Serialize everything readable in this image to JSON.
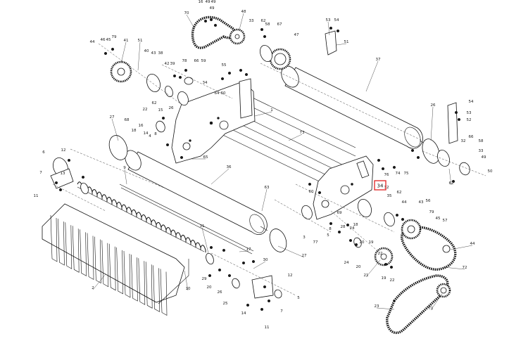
{
  "highlight": {
    "label": "34",
    "color": "#e02020"
  },
  "labels": [
    {
      "id": "70a",
      "text": "70"
    },
    {
      "id": "16a",
      "text": "16"
    },
    {
      "id": "49a",
      "text": "49"
    },
    {
      "id": "49b",
      "text": "49"
    },
    {
      "id": "49c",
      "text": "49"
    },
    {
      "id": "48a",
      "text": "48"
    },
    {
      "id": "33a",
      "text": "33"
    },
    {
      "id": "62a",
      "text": "62"
    },
    {
      "id": "58a",
      "text": "58"
    },
    {
      "id": "67a",
      "text": "67"
    },
    {
      "id": "47a",
      "text": "47"
    },
    {
      "id": "53a",
      "text": "53"
    },
    {
      "id": "54a",
      "text": "54"
    },
    {
      "id": "51a",
      "text": "51"
    },
    {
      "id": "44a",
      "text": "44"
    },
    {
      "id": "46a",
      "text": "46"
    },
    {
      "id": "45a",
      "text": "45"
    },
    {
      "id": "79a",
      "text": "79"
    },
    {
      "id": "41a",
      "text": "41"
    },
    {
      "id": "51b",
      "text": "51"
    },
    {
      "id": "40a",
      "text": "40"
    },
    {
      "id": "43a",
      "text": "43"
    },
    {
      "id": "38a",
      "text": "38"
    },
    {
      "id": "42a",
      "text": "42"
    },
    {
      "id": "39a",
      "text": "39"
    },
    {
      "id": "78a",
      "text": "78"
    },
    {
      "id": "66a",
      "text": "66"
    },
    {
      "id": "59a",
      "text": "59"
    },
    {
      "id": "34a",
      "text": "34"
    },
    {
      "id": "55a",
      "text": "55"
    },
    {
      "id": "37a",
      "text": "37"
    },
    {
      "id": "62b",
      "text": "62"
    },
    {
      "id": "64a",
      "text": "64"
    },
    {
      "id": "60a",
      "text": "60"
    },
    {
      "id": "1a",
      "text": "1"
    },
    {
      "id": "73a",
      "text": "73"
    },
    {
      "id": "22a",
      "text": "22"
    },
    {
      "id": "15a",
      "text": "15"
    },
    {
      "id": "26a",
      "text": "26"
    },
    {
      "id": "27a",
      "text": "27"
    },
    {
      "id": "68a",
      "text": "68"
    },
    {
      "id": "18a",
      "text": "18"
    },
    {
      "id": "16b",
      "text": "16"
    },
    {
      "id": "14a",
      "text": "14"
    },
    {
      "id": "4a",
      "text": "4"
    },
    {
      "id": "8a",
      "text": "8"
    },
    {
      "id": "65a",
      "text": "65"
    },
    {
      "id": "54b",
      "text": "54"
    },
    {
      "id": "53b",
      "text": "53"
    },
    {
      "id": "52a",
      "text": "52"
    },
    {
      "id": "26b",
      "text": "26"
    },
    {
      "id": "32a",
      "text": "32"
    },
    {
      "id": "66b",
      "text": "66"
    },
    {
      "id": "58b",
      "text": "58"
    },
    {
      "id": "33b",
      "text": "33"
    },
    {
      "id": "49d",
      "text": "49"
    },
    {
      "id": "50a",
      "text": "50"
    },
    {
      "id": "62c",
      "text": "62"
    },
    {
      "id": "6a",
      "text": "6"
    },
    {
      "id": "12a",
      "text": "12"
    },
    {
      "id": "7a",
      "text": "7"
    },
    {
      "id": "13a",
      "text": "13"
    },
    {
      "id": "11a",
      "text": "11"
    },
    {
      "id": "9a",
      "text": "9"
    },
    {
      "id": "36a",
      "text": "36"
    },
    {
      "id": "74a",
      "text": "74"
    },
    {
      "id": "76a",
      "text": "76"
    },
    {
      "id": "75a",
      "text": "75"
    },
    {
      "id": "63a",
      "text": "63"
    },
    {
      "id": "32b",
      "text": "32"
    },
    {
      "id": "35a",
      "text": "35"
    },
    {
      "id": "62d",
      "text": "62"
    },
    {
      "id": "44b",
      "text": "44"
    },
    {
      "id": "43b",
      "text": "43"
    },
    {
      "id": "56a",
      "text": "56"
    },
    {
      "id": "79b",
      "text": "79"
    },
    {
      "id": "45b",
      "text": "45"
    },
    {
      "id": "57a",
      "text": "57"
    },
    {
      "id": "60b",
      "text": "60"
    },
    {
      "id": "69a",
      "text": "69"
    },
    {
      "id": "18b",
      "text": "18"
    },
    {
      "id": "28a",
      "text": "28"
    },
    {
      "id": "8b",
      "text": "8"
    },
    {
      "id": "5a",
      "text": "5"
    },
    {
      "id": "77a",
      "text": "77"
    },
    {
      "id": "3a",
      "text": "3"
    },
    {
      "id": "31a",
      "text": "31"
    },
    {
      "id": "17a",
      "text": "17"
    },
    {
      "id": "27b",
      "text": "27"
    },
    {
      "id": "30a",
      "text": "30"
    },
    {
      "id": "44c",
      "text": "44"
    },
    {
      "id": "72a",
      "text": "72"
    },
    {
      "id": "2a",
      "text": "2"
    },
    {
      "id": "10a",
      "text": "10"
    },
    {
      "id": "29a",
      "text": "29"
    },
    {
      "id": "20a",
      "text": "20"
    },
    {
      "id": "26c",
      "text": "26"
    },
    {
      "id": "25a",
      "text": "25"
    },
    {
      "id": "24a",
      "text": "24"
    },
    {
      "id": "20b",
      "text": "20"
    },
    {
      "id": "21a",
      "text": "21"
    },
    {
      "id": "19a",
      "text": "19"
    },
    {
      "id": "22b",
      "text": "22"
    },
    {
      "id": "23a",
      "text": "23"
    },
    {
      "id": "71a",
      "text": "71"
    },
    {
      "id": "14b",
      "text": "14"
    },
    {
      "id": "12b",
      "text": "12"
    },
    {
      "id": "5b",
      "text": "5"
    },
    {
      "id": "7b",
      "text": "7"
    },
    {
      "id": "11b",
      "text": "11"
    },
    {
      "id": "24b",
      "text": "24"
    },
    {
      "id": "20c",
      "text": "20"
    },
    {
      "id": "19b",
      "text": "19"
    },
    {
      "id": "22c",
      "text": "22"
    }
  ]
}
